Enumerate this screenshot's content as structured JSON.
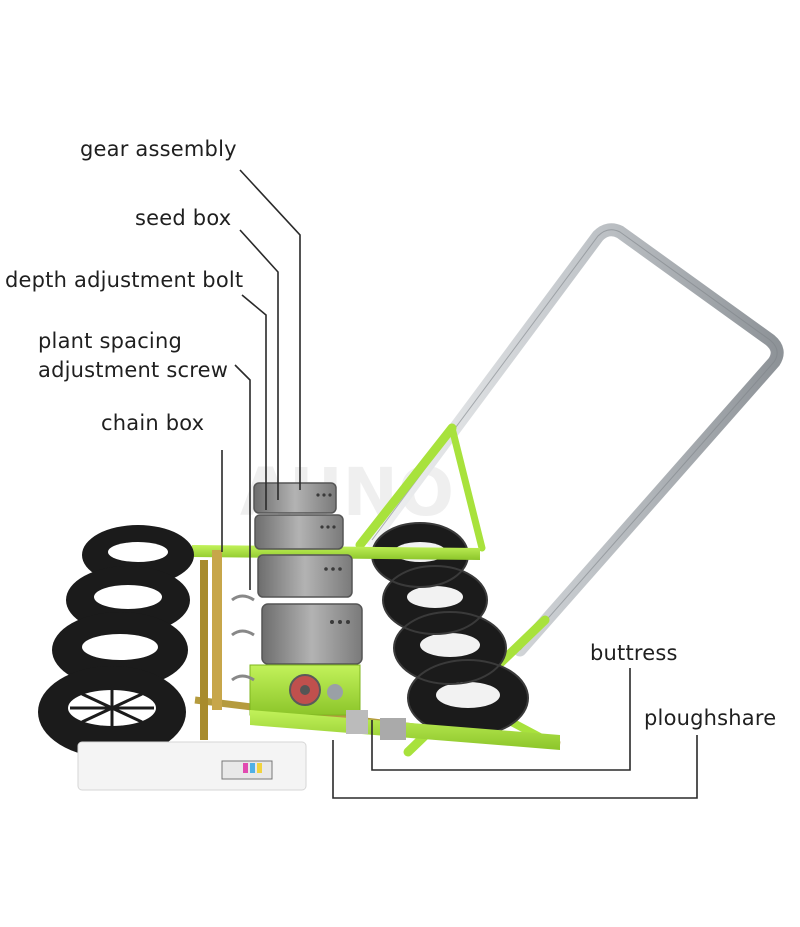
{
  "labels": {
    "gear_assembly": "gear assembly",
    "seed_box": "seed box",
    "depth_bolt": "depth adjustment bolt",
    "spacing_line1": "plant spacing",
    "spacing_line2": "adjustment screw",
    "chain_box": "chain box",
    "buttress": "buttress",
    "ploughshare": "ploughshare"
  },
  "watermark": "AUNO",
  "colors": {
    "frame_green": "#a8e23c",
    "frame_dark": "#7fb51f",
    "handle_silver": "#c9cdd1",
    "tire_black": "#1b1b1b",
    "hopper_gray": "#8f8f8f",
    "plate_white": "#f4f4f4",
    "line": "#2a2a2a"
  }
}
